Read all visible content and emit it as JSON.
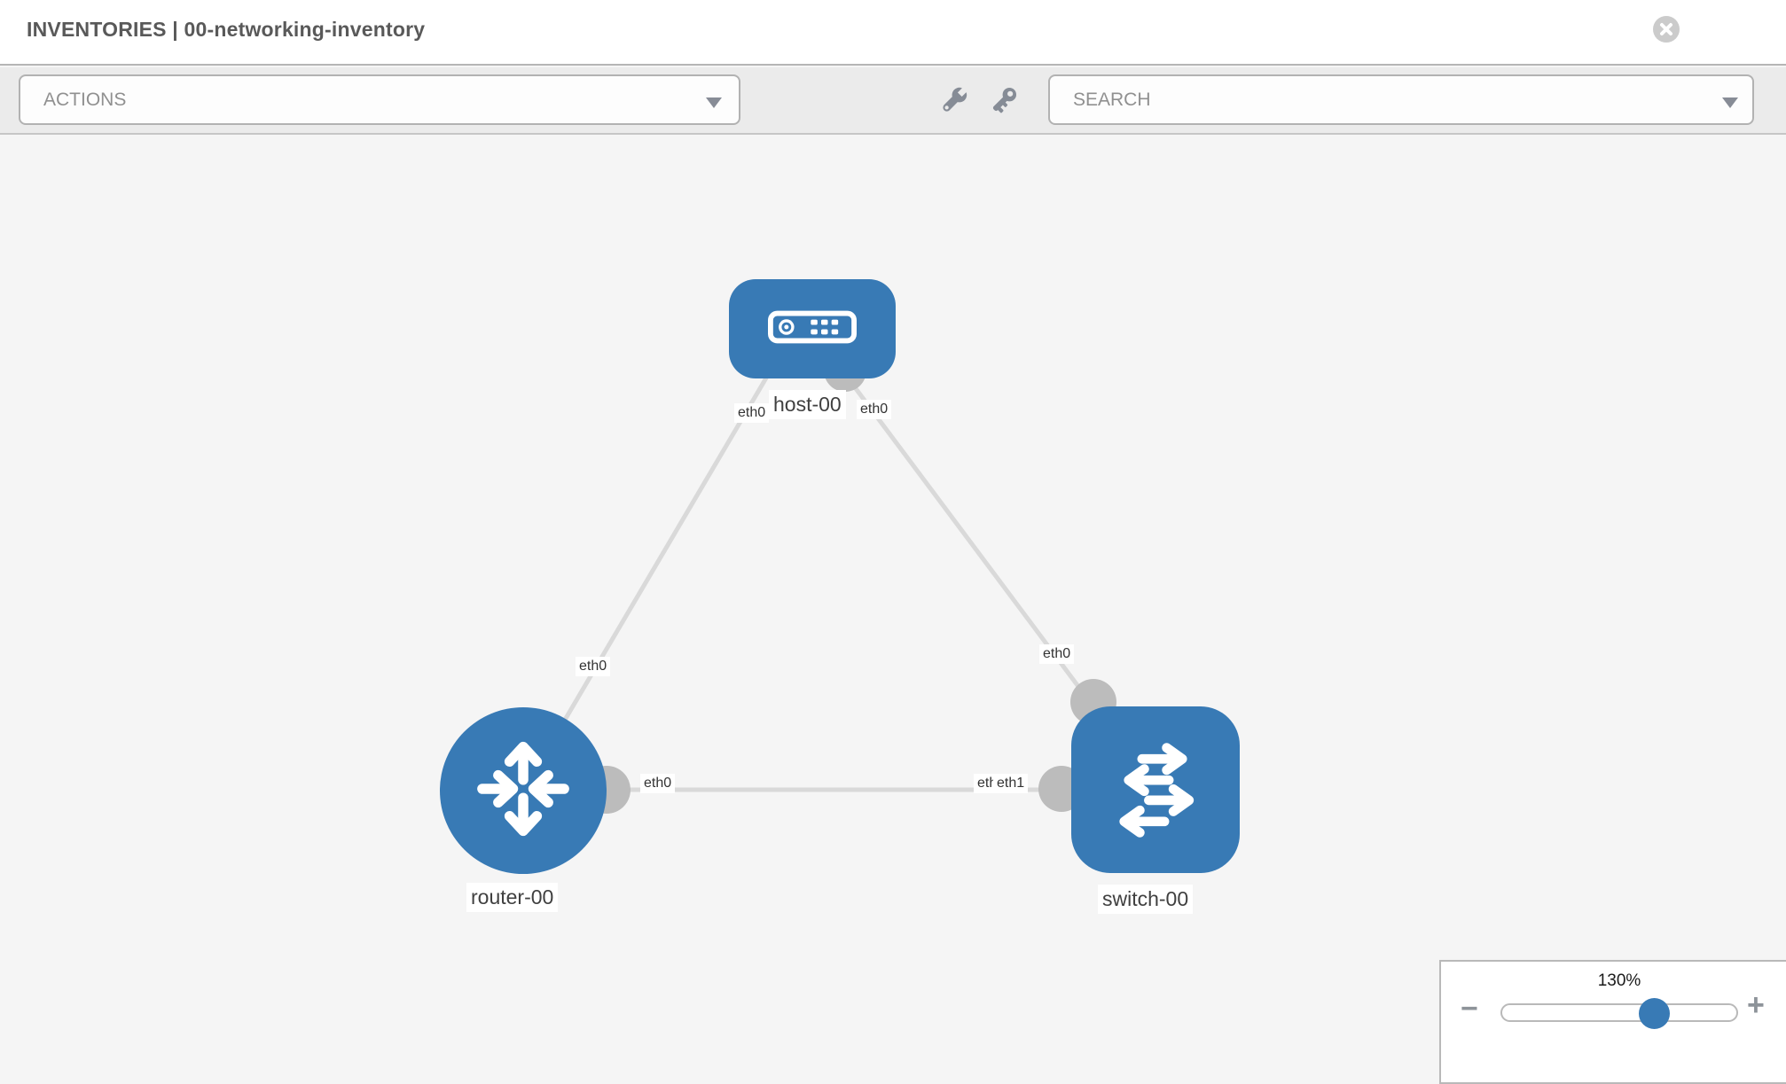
{
  "header": {
    "title": "INVENTORIES | 00-networking-inventory"
  },
  "toolbar": {
    "actions_label": "ACTIONS",
    "search_placeholder": "SEARCH",
    "icons": [
      "wrench-icon",
      "key-icon"
    ]
  },
  "topology": {
    "nodes": [
      {
        "id": "host-00",
        "type": "host",
        "label": "host-00"
      },
      {
        "id": "router-00",
        "type": "router",
        "label": "router-00"
      },
      {
        "id": "switch-00",
        "type": "switch",
        "label": "switch-00"
      }
    ],
    "links": [
      {
        "from": "host-00",
        "from_interface": "eth0",
        "to": "router-00",
        "to_interface": "eth0"
      },
      {
        "from": "host-00",
        "from_interface": "eth0",
        "to": "switch-00",
        "to_interface": "eth0"
      },
      {
        "from": "router-00",
        "from_interface": "eth0",
        "to": "switch-00",
        "to_interface": "eth1"
      }
    ],
    "interfaces": {
      "host_left": "eth0",
      "host_right": "eth0",
      "router_top": "eth0",
      "router_right": "eth0",
      "switch_top": "eth0",
      "switch_left_hidden": "eth0",
      "switch_left": "eth1"
    }
  },
  "zoom_control": {
    "level": "130%",
    "minus_label": "−",
    "plus_label": "+"
  },
  "colors": {
    "node_blue": "#387ab5",
    "link_gray": "#d9d9d9",
    "connector_gray": "#bcbcbc",
    "toolbar_gray": "#ebebeb",
    "canvas_gray": "#f5f5f5"
  }
}
